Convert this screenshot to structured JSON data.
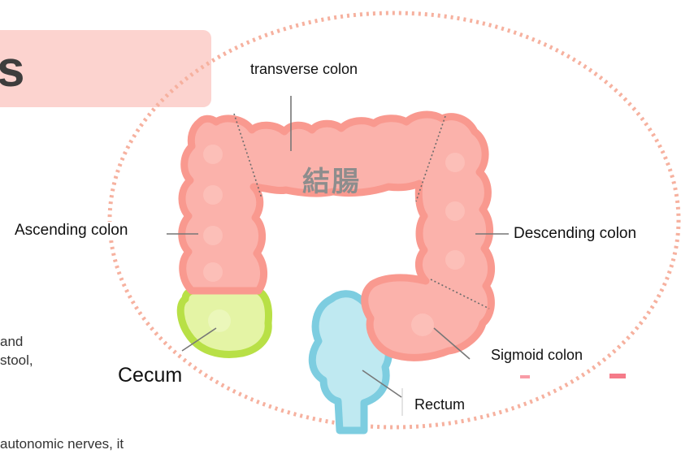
{
  "title": {
    "text": "s"
  },
  "labels": {
    "transverse_colon": "transverse colon",
    "ascending_colon": "Ascending colon",
    "descending_colon": "Descending colon",
    "sigmoid_colon": "Sigmoid colon",
    "cecum": "Cecum",
    "rectum": "Rectum",
    "colon_kanji": "結腸"
  },
  "background_text": {
    "line1": "and",
    "line2": "stool,",
    "line3": "autonomic nerves, it"
  },
  "colors": {
    "banner": "#fcd3cf",
    "colon_fill": "#fbb2ab",
    "colon_outline": "#f9998f",
    "cecum_fill": "#e4f4a5",
    "cecum_outline": "#b8e046",
    "rectum_fill": "#bfe9f1",
    "rectum_outline": "#7dcde0",
    "dotted_oval": "#f6b19f"
  }
}
